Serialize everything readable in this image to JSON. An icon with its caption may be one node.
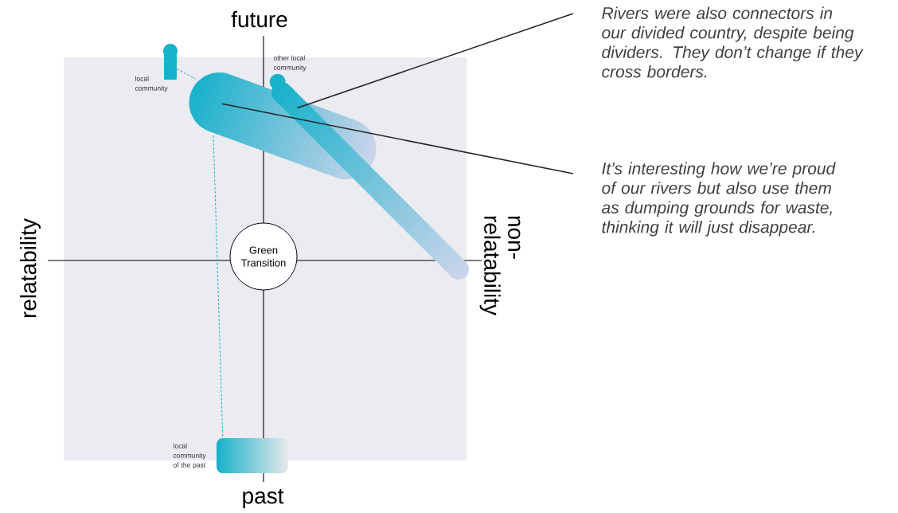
{
  "diagram": {
    "nodes": [
      {
        "text": [
          "Green Transition"
        ]
      },
      {
        "text": [],
        "shape": "bar",
        "beside": [
          "local community"
        ]
      },
      {
        "text": [],
        "shape": "bar"
      },
      {
        "text": [],
        "shape": "bar",
        "beside": [
          "other local community"
        ]
      },
      {
        "text": [],
        "shape": "bar",
        "beside": [
          "local community of the past"
        ]
      },
      {
        "text": [
          "Rivers were also connectors in our divided country, despite being dividers. They don’t change if they cross borders."
        ]
      },
      {
        "text": [
          "It’s interesting how we’re proud of our rivers but also use them as dumping grounds for waste, thinking it will just disappear."
        ]
      }
    ],
    "edges": [
      {
        "from": 1,
        "to": 2,
        "arrow": "none",
        "style": "dashed",
        "color": "#19b2cb"
      },
      {
        "from": 2,
        "to": 4,
        "arrow": "none",
        "style": "dashed",
        "color": "#19b2cb"
      },
      {
        "from": 5,
        "to": 3,
        "arrow": "none",
        "color": "#262626"
      },
      {
        "from": 6,
        "to": 2,
        "arrow": "none",
        "color": "#262626"
      }
    ],
    "labels": [
      "future",
      "relatability",
      "non- relatability",
      "past"
    ]
  }
}
